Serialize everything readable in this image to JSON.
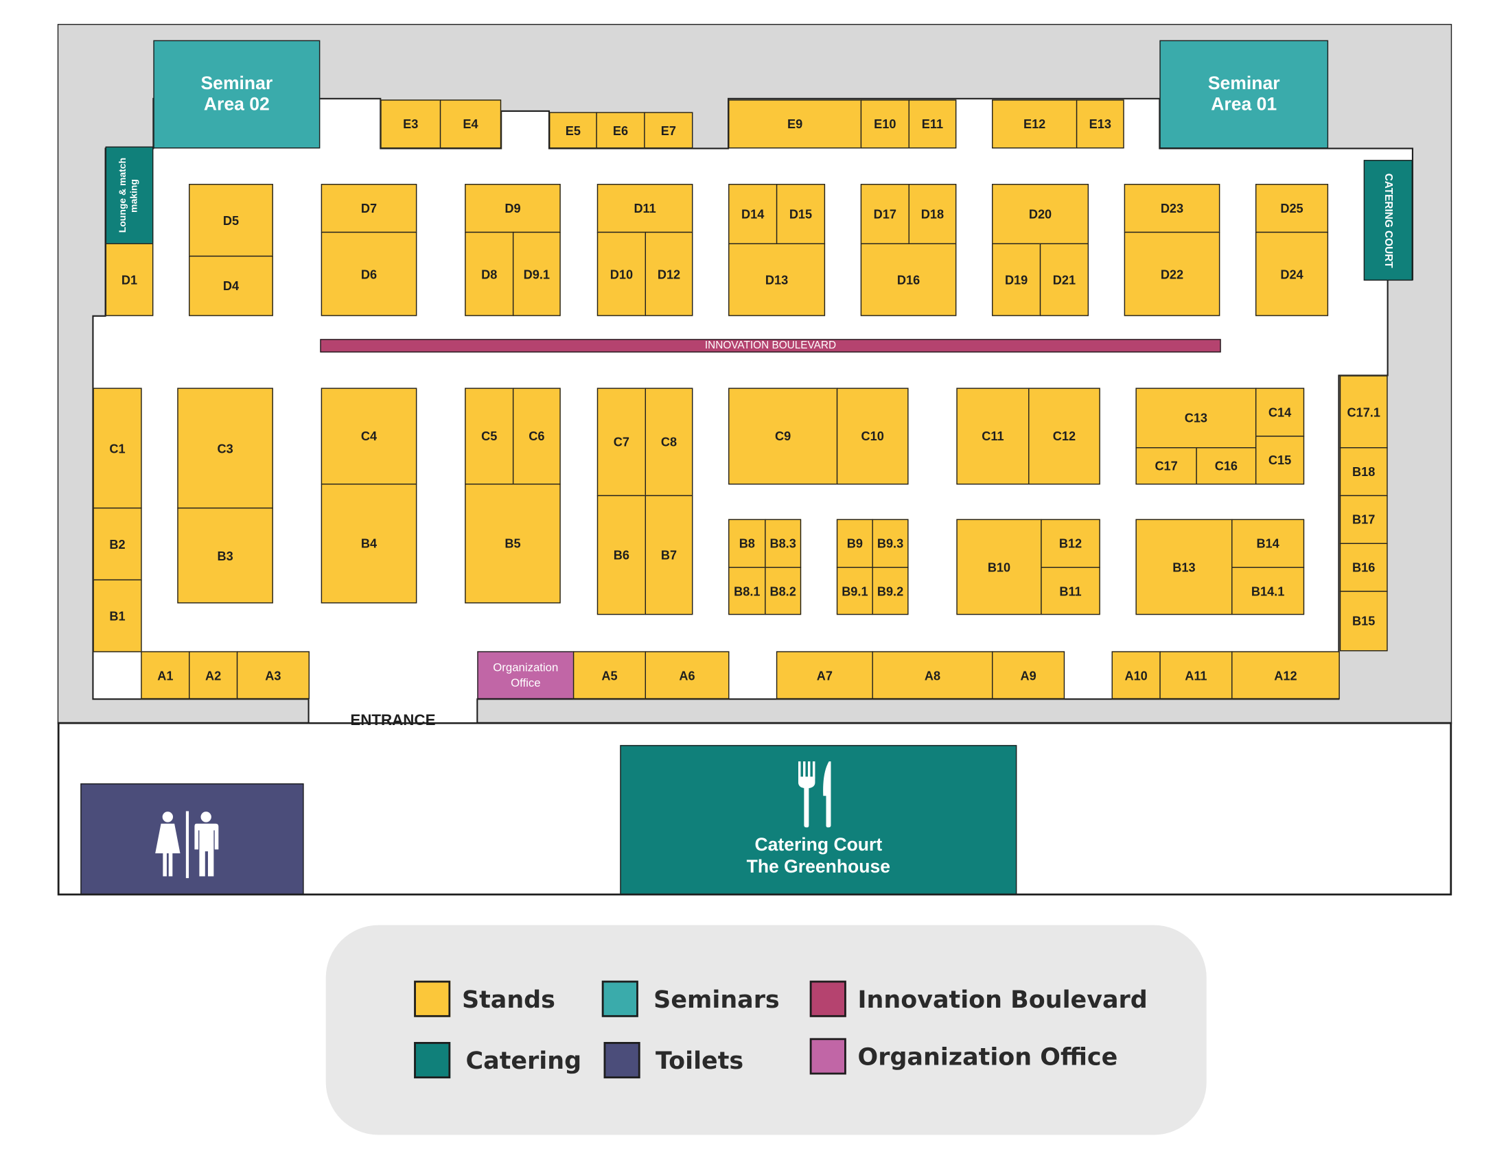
{
  "colors": {
    "stand": "#fbc73a",
    "seminar": "#3aabab",
    "innovation": "#b5436f",
    "catering": "#10807a",
    "toilets": "#4b4d7a",
    "organization": "#c166a6",
    "hall": "#d8d8d8"
  },
  "labels": {
    "seminar_area_02": "Seminar Area 02",
    "seminar_area_01": "Seminar Area 01",
    "lounge": "Lounge & match making",
    "catering_court_side": "CATERING COURT",
    "innovation_boulevard": "INNOVATION BOULEVARD",
    "organization_office": "Organization Office",
    "entrance": "ENTRANCE",
    "catering_court_line1": "Catering Court",
    "catering_court_line2": "The Greenhouse"
  },
  "icons": {
    "toilets": "toilets-icon",
    "catering": "fork-knife-icon"
  },
  "stands": {
    "E3": "E3",
    "E4": "E4",
    "E5": "E5",
    "E6": "E6",
    "E7": "E7",
    "E9": "E9",
    "E10": "E10",
    "E11": "E11",
    "E12": "E12",
    "E13": "E13",
    "D1": "D1",
    "D4": "D4",
    "D5": "D5",
    "D6": "D6",
    "D7": "D7",
    "D8": "D8",
    "D9": "D9",
    "D9_1": "D9.1",
    "D10": "D10",
    "D11": "D11",
    "D12": "D12",
    "D13": "D13",
    "D14": "D14",
    "D15": "D15",
    "D16": "D16",
    "D17": "D17",
    "D18": "D18",
    "D19": "D19",
    "D20": "D20",
    "D21": "D21",
    "D22": "D22",
    "D23": "D23",
    "D24": "D24",
    "D25": "D25",
    "C1": "C1",
    "C3": "C3",
    "C4": "C4",
    "C5": "C5",
    "C6": "C6",
    "C7": "C7",
    "C8": "C8",
    "C9": "C9",
    "C10": "C10",
    "C11": "C11",
    "C12": "C12",
    "C13": "C13",
    "C14": "C14",
    "C15": "C15",
    "C16": "C16",
    "C17": "C17",
    "C17_1": "C17.1",
    "B1": "B1",
    "B2": "B2",
    "B3": "B3",
    "B4": "B4",
    "B5": "B5",
    "B6": "B6",
    "B7": "B7",
    "B8": "B8",
    "B8_1": "B8.1",
    "B8_2": "B8.2",
    "B8_3": "B8.3",
    "B9": "B9",
    "B9_1": "B9.1",
    "B9_2": "B9.2",
    "B9_3": "B9.3",
    "B10": "B10",
    "B11": "B11",
    "B12": "B12",
    "B13": "B13",
    "B14": "B14",
    "B14_1": "B14.1",
    "B15": "B15",
    "B16": "B16",
    "B17": "B17",
    "B18": "B18",
    "A1": "A1",
    "A2": "A2",
    "A3": "A3",
    "A5": "A5",
    "A6": "A6",
    "A7": "A7",
    "A8": "A8",
    "A9": "A9",
    "A10": "A10",
    "A11": "A11",
    "A12": "A12"
  },
  "legend": {
    "stands": "Stands",
    "seminars": "Seminars",
    "innovation": "Innovation Boulevard",
    "catering": "Catering",
    "toilets": "Toilets",
    "organization": "Organization Office"
  }
}
